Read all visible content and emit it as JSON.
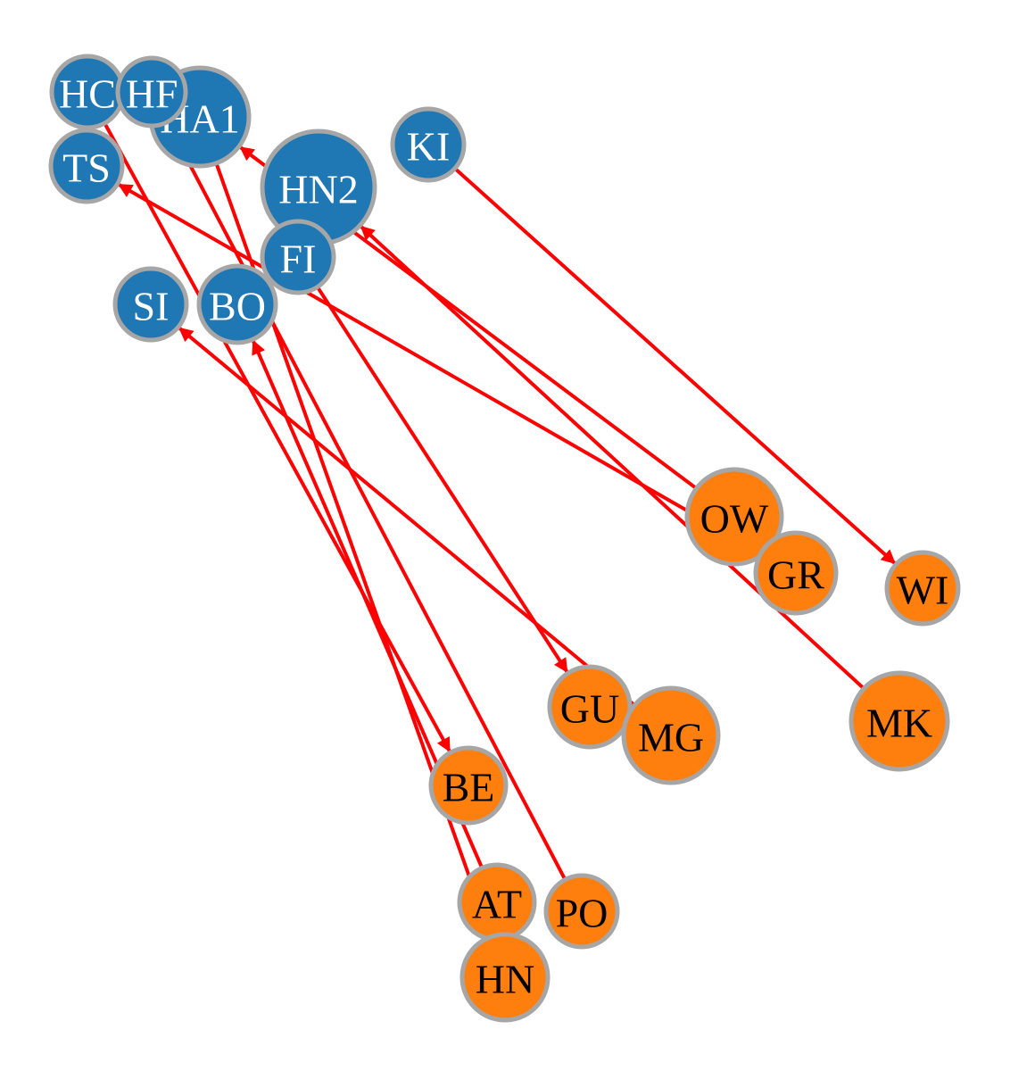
{
  "colors": {
    "group_a": "#1f77b4",
    "group_b": "#ff7f0e",
    "edge": "#ff0000",
    "node_outline": "#a6a6a6",
    "label_on_a": "#ffffff",
    "label_on_b": "#000000"
  },
  "nodes": [
    {
      "id": "HC",
      "label": "HC",
      "group": "a"
    },
    {
      "id": "HA1",
      "label": "HA1",
      "group": "a"
    },
    {
      "id": "HF",
      "label": "HF",
      "group": "a"
    },
    {
      "id": "TS",
      "label": "TS",
      "group": "a"
    },
    {
      "id": "KI",
      "label": "KI",
      "group": "a"
    },
    {
      "id": "HN2",
      "label": "HN2",
      "group": "a"
    },
    {
      "id": "FI",
      "label": "FI",
      "group": "a"
    },
    {
      "id": "SI",
      "label": "SI",
      "group": "a"
    },
    {
      "id": "BO",
      "label": "BO",
      "group": "a"
    },
    {
      "id": "OW",
      "label": "OW",
      "group": "b"
    },
    {
      "id": "GR",
      "label": "GR",
      "group": "b"
    },
    {
      "id": "WI",
      "label": "WI",
      "group": "b"
    },
    {
      "id": "MK",
      "label": "MK",
      "group": "b"
    },
    {
      "id": "GU",
      "label": "GU",
      "group": "b"
    },
    {
      "id": "MG",
      "label": "MG",
      "group": "b"
    },
    {
      "id": "BE",
      "label": "BE",
      "group": "b"
    },
    {
      "id": "AT",
      "label": "AT",
      "group": "b"
    },
    {
      "id": "PO",
      "label": "PO",
      "group": "b"
    },
    {
      "id": "HN",
      "label": "HN",
      "group": "b"
    }
  ],
  "edges": [
    {
      "source": "KI",
      "target": "WI"
    },
    {
      "source": "OW",
      "target": "HA1"
    },
    {
      "source": "GR",
      "target": "TS"
    },
    {
      "source": "MK",
      "target": "HN2"
    },
    {
      "source": "FI",
      "target": "GU"
    },
    {
      "source": "MG",
      "target": "SI"
    },
    {
      "source": "HC",
      "target": "BE"
    },
    {
      "source": "HA1",
      "target": "HN"
    },
    {
      "source": "AT",
      "target": "BO"
    },
    {
      "source": "PO",
      "target": "HF"
    }
  ]
}
